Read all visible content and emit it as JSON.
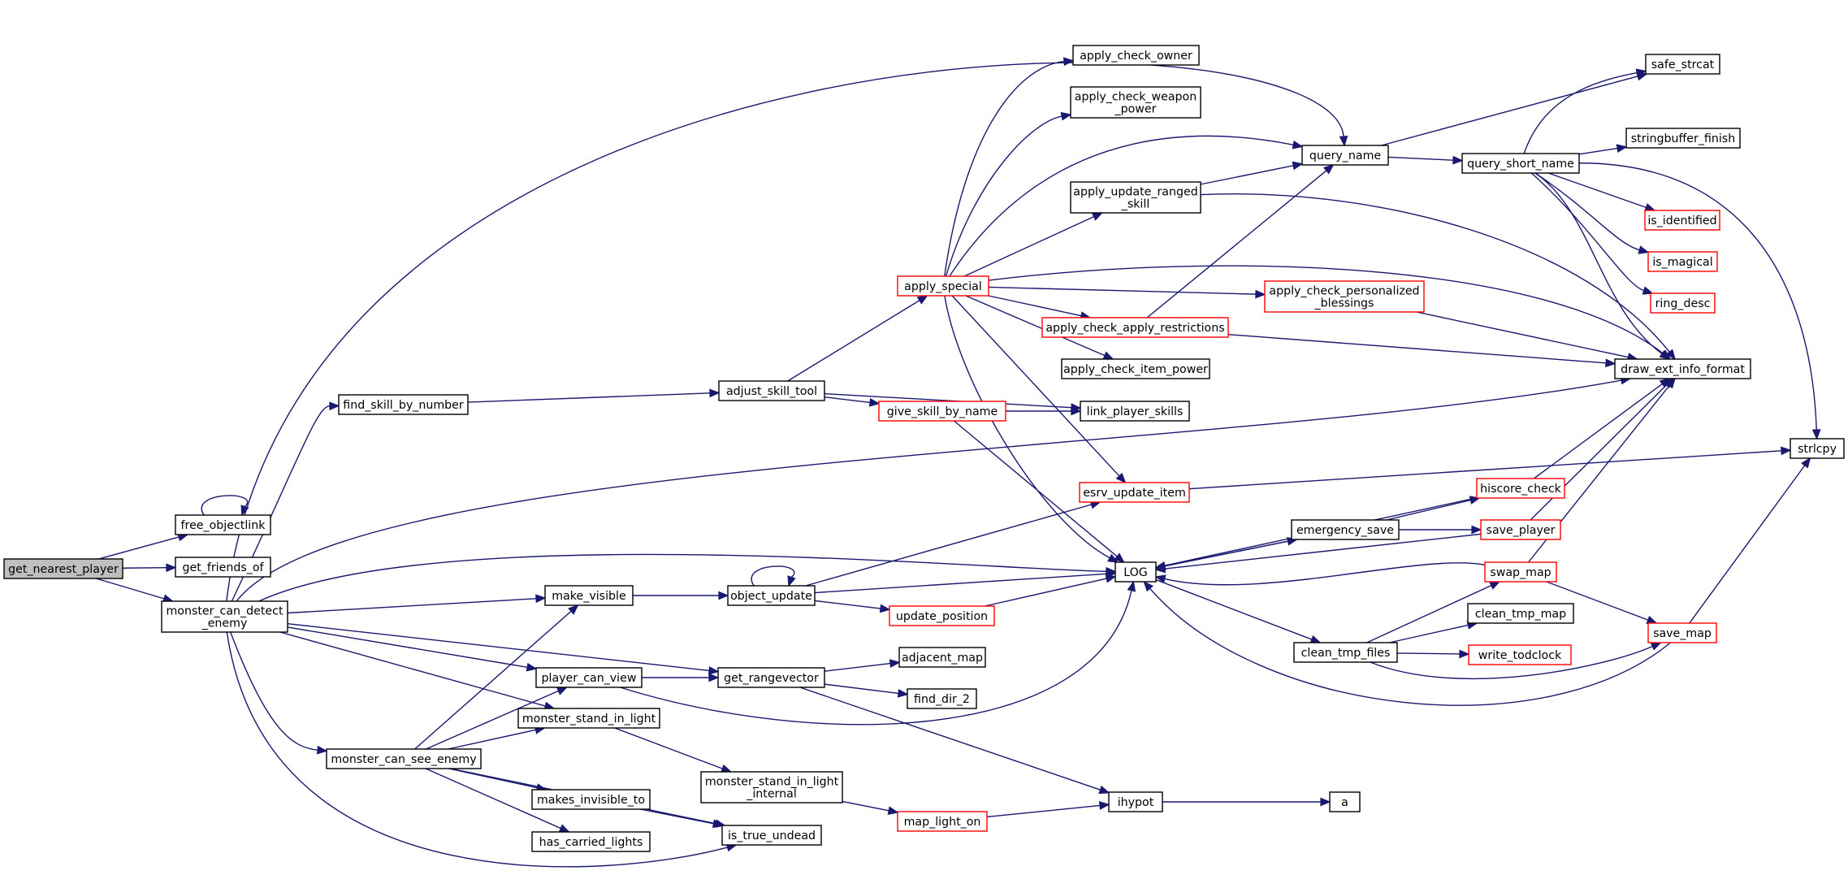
{
  "colors": {
    "edge": "#191970",
    "border_default": "#000000",
    "border_red": "#ff0000",
    "fill_root": "#bfbfbf",
    "fill_default": "#ffffff"
  },
  "nodes": [
    {
      "id": "get_nearest_player",
      "lines": [
        "get_nearest_player"
      ],
      "style": "root"
    },
    {
      "id": "free_objectlink",
      "lines": [
        "free_objectlink"
      ],
      "style": "default"
    },
    {
      "id": "get_friends_of",
      "lines": [
        "get_friends_of"
      ],
      "style": "default"
    },
    {
      "id": "monster_can_detect_enemy",
      "lines": [
        "monster_can_detect",
        "_enemy"
      ],
      "style": "default"
    },
    {
      "id": "find_skill_by_number",
      "lines": [
        "find_skill_by_number"
      ],
      "style": "default"
    },
    {
      "id": "make_visible",
      "lines": [
        "make_visible"
      ],
      "style": "default"
    },
    {
      "id": "player_can_view",
      "lines": [
        "player_can_view"
      ],
      "style": "default"
    },
    {
      "id": "monster_stand_in_light",
      "lines": [
        "monster_stand_in_light"
      ],
      "style": "default"
    },
    {
      "id": "monster_can_see_enemy",
      "lines": [
        "monster_can_see_enemy"
      ],
      "style": "default"
    },
    {
      "id": "makes_invisible_to",
      "lines": [
        "makes_invisible_to"
      ],
      "style": "default"
    },
    {
      "id": "has_carried_lights",
      "lines": [
        "has_carried_lights"
      ],
      "style": "default"
    },
    {
      "id": "is_true_undead",
      "lines": [
        "is_true_undead"
      ],
      "style": "default"
    },
    {
      "id": "adjust_skill_tool",
      "lines": [
        "adjust_skill_tool"
      ],
      "style": "default"
    },
    {
      "id": "object_update",
      "lines": [
        "object_update"
      ],
      "style": "default"
    },
    {
      "id": "get_rangevector",
      "lines": [
        "get_rangevector"
      ],
      "style": "default"
    },
    {
      "id": "monster_stand_in_light_internal",
      "lines": [
        "monster_stand_in_light",
        "_internal"
      ],
      "style": "default"
    },
    {
      "id": "apply_special",
      "lines": [
        "apply_special"
      ],
      "style": "red"
    },
    {
      "id": "give_skill_by_name",
      "lines": [
        "give_skill_by_name"
      ],
      "style": "red"
    },
    {
      "id": "update_position",
      "lines": [
        "update_position"
      ],
      "style": "red"
    },
    {
      "id": "adjacent_map",
      "lines": [
        "adjacent_map"
      ],
      "style": "default"
    },
    {
      "id": "find_dir_2",
      "lines": [
        "find_dir_2"
      ],
      "style": "default"
    },
    {
      "id": "map_light_on",
      "lines": [
        "map_light_on"
      ],
      "style": "red"
    },
    {
      "id": "apply_check_owner",
      "lines": [
        "apply_check_owner"
      ],
      "style": "default"
    },
    {
      "id": "apply_check_weapon_power",
      "lines": [
        "apply_check_weapon",
        "_power"
      ],
      "style": "default"
    },
    {
      "id": "apply_update_ranged_skill",
      "lines": [
        "apply_update_ranged",
        "_skill"
      ],
      "style": "default"
    },
    {
      "id": "apply_check_apply_restrictions",
      "lines": [
        "apply_check_apply_restrictions"
      ],
      "style": "red"
    },
    {
      "id": "apply_check_item_power",
      "lines": [
        "apply_check_item_power"
      ],
      "style": "default"
    },
    {
      "id": "link_player_skills",
      "lines": [
        "link_player_skills"
      ],
      "style": "default"
    },
    {
      "id": "esrv_update_item",
      "lines": [
        "esrv_update_item"
      ],
      "style": "red"
    },
    {
      "id": "LOG",
      "lines": [
        "LOG"
      ],
      "style": "default"
    },
    {
      "id": "ihypot",
      "lines": [
        "ihypot"
      ],
      "style": "default"
    },
    {
      "id": "query_name",
      "lines": [
        "query_name"
      ],
      "style": "default"
    },
    {
      "id": "apply_check_personalized_blessings",
      "lines": [
        "apply_check_personalized",
        "_blessings"
      ],
      "style": "red"
    },
    {
      "id": "emergency_save",
      "lines": [
        "emergency_save"
      ],
      "style": "default"
    },
    {
      "id": "clean_tmp_files",
      "lines": [
        "clean_tmp_files"
      ],
      "style": "default"
    },
    {
      "id": "a",
      "lines": [
        "a"
      ],
      "style": "default"
    },
    {
      "id": "query_short_name",
      "lines": [
        "query_short_name"
      ],
      "style": "default"
    },
    {
      "id": "hiscore_check",
      "lines": [
        "hiscore_check"
      ],
      "style": "red"
    },
    {
      "id": "save_player",
      "lines": [
        "save_player"
      ],
      "style": "red"
    },
    {
      "id": "swap_map",
      "lines": [
        "swap_map"
      ],
      "style": "red"
    },
    {
      "id": "clean_tmp_map",
      "lines": [
        "clean_tmp_map"
      ],
      "style": "default"
    },
    {
      "id": "write_todclock",
      "lines": [
        "write_todclock"
      ],
      "style": "red"
    },
    {
      "id": "safe_strcat",
      "lines": [
        "safe_strcat"
      ],
      "style": "default"
    },
    {
      "id": "stringbuffer_finish",
      "lines": [
        "stringbuffer_finish"
      ],
      "style": "default"
    },
    {
      "id": "is_identified",
      "lines": [
        "is_identified"
      ],
      "style": "red"
    },
    {
      "id": "is_magical",
      "lines": [
        "is_magical"
      ],
      "style": "red"
    },
    {
      "id": "ring_desc",
      "lines": [
        "ring_desc"
      ],
      "style": "red"
    },
    {
      "id": "draw_ext_info_format",
      "lines": [
        "draw_ext_info_format"
      ],
      "style": "default"
    },
    {
      "id": "save_map",
      "lines": [
        "save_map"
      ],
      "style": "red"
    },
    {
      "id": "strlcpy",
      "lines": [
        "strlcpy"
      ],
      "style": "default"
    }
  ],
  "edges": [
    [
      "get_nearest_player",
      "free_objectlink"
    ],
    [
      "get_nearest_player",
      "get_friends_of"
    ],
    [
      "get_nearest_player",
      "monster_can_detect_enemy"
    ],
    [
      "free_objectlink",
      "free_objectlink"
    ],
    [
      "monster_can_detect_enemy",
      "find_skill_by_number"
    ],
    [
      "monster_can_detect_enemy",
      "make_visible"
    ],
    [
      "monster_can_detect_enemy",
      "player_can_view"
    ],
    [
      "monster_can_detect_enemy",
      "monster_stand_in_light"
    ],
    [
      "monster_can_detect_enemy",
      "monster_can_see_enemy"
    ],
    [
      "monster_can_detect_enemy",
      "is_true_undead"
    ],
    [
      "monster_can_detect_enemy",
      "get_rangevector"
    ],
    [
      "monster_can_detect_enemy",
      "LOG"
    ],
    [
      "monster_can_detect_enemy",
      "query_name"
    ],
    [
      "monster_can_detect_enemy",
      "draw_ext_info_format"
    ],
    [
      "find_skill_by_number",
      "adjust_skill_tool"
    ],
    [
      "make_visible",
      "object_update"
    ],
    [
      "player_can_view",
      "get_rangevector"
    ],
    [
      "player_can_view",
      "LOG"
    ],
    [
      "monster_stand_in_light",
      "monster_stand_in_light_internal"
    ],
    [
      "monster_can_see_enemy",
      "make_visible"
    ],
    [
      "monster_can_see_enemy",
      "player_can_view"
    ],
    [
      "monster_can_see_enemy",
      "monster_stand_in_light"
    ],
    [
      "monster_can_see_enemy",
      "makes_invisible_to"
    ],
    [
      "monster_can_see_enemy",
      "has_carried_lights"
    ],
    [
      "monster_can_see_enemy",
      "is_true_undead"
    ],
    [
      "makes_invisible_to",
      "is_true_undead"
    ],
    [
      "adjust_skill_tool",
      "apply_special"
    ],
    [
      "adjust_skill_tool",
      "give_skill_by_name"
    ],
    [
      "adjust_skill_tool",
      "link_player_skills"
    ],
    [
      "object_update",
      "object_update"
    ],
    [
      "object_update",
      "esrv_update_item"
    ],
    [
      "object_update",
      "LOG"
    ],
    [
      "object_update",
      "update_position"
    ],
    [
      "get_rangevector",
      "adjacent_map"
    ],
    [
      "get_rangevector",
      "find_dir_2"
    ],
    [
      "get_rangevector",
      "ihypot"
    ],
    [
      "monster_stand_in_light_internal",
      "map_light_on"
    ],
    [
      "apply_special",
      "apply_check_owner"
    ],
    [
      "apply_special",
      "apply_check_weapon_power"
    ],
    [
      "apply_special",
      "apply_update_ranged_skill"
    ],
    [
      "apply_special",
      "query_name"
    ],
    [
      "apply_special",
      "apply_check_apply_restrictions"
    ],
    [
      "apply_special",
      "apply_check_item_power"
    ],
    [
      "apply_special",
      "apply_check_personalized_blessings"
    ],
    [
      "apply_special",
      "draw_ext_info_format"
    ],
    [
      "apply_special",
      "esrv_update_item"
    ],
    [
      "apply_special",
      "LOG"
    ],
    [
      "give_skill_by_name",
      "link_player_skills"
    ],
    [
      "give_skill_by_name",
      "LOG"
    ],
    [
      "update_position",
      "LOG"
    ],
    [
      "map_light_on",
      "ihypot"
    ],
    [
      "apply_update_ranged_skill",
      "query_name"
    ],
    [
      "apply_update_ranged_skill",
      "draw_ext_info_format"
    ],
    [
      "apply_check_apply_restrictions",
      "query_name"
    ],
    [
      "apply_check_apply_restrictions",
      "draw_ext_info_format"
    ],
    [
      "apply_check_personalized_blessings",
      "draw_ext_info_format"
    ],
    [
      "esrv_update_item",
      "strlcpy"
    ],
    [
      "LOG",
      "emergency_save"
    ],
    [
      "LOG",
      "clean_tmp_files"
    ],
    [
      "ihypot",
      "a"
    ],
    [
      "query_name",
      "safe_strcat"
    ],
    [
      "query_name",
      "query_short_name"
    ],
    [
      "emergency_save",
      "LOG"
    ],
    [
      "emergency_save",
      "hiscore_check"
    ],
    [
      "emergency_save",
      "save_player"
    ],
    [
      "clean_tmp_files",
      "swap_map"
    ],
    [
      "clean_tmp_files",
      "clean_tmp_map"
    ],
    [
      "clean_tmp_files",
      "write_todclock"
    ],
    [
      "clean_tmp_files",
      "save_map"
    ],
    [
      "query_short_name",
      "safe_strcat"
    ],
    [
      "query_short_name",
      "stringbuffer_finish"
    ],
    [
      "query_short_name",
      "is_identified"
    ],
    [
      "query_short_name",
      "is_magical"
    ],
    [
      "query_short_name",
      "ring_desc"
    ],
    [
      "query_short_name",
      "draw_ext_info_format"
    ],
    [
      "query_short_name",
      "strlcpy"
    ],
    [
      "hiscore_check",
      "LOG"
    ],
    [
      "hiscore_check",
      "draw_ext_info_format"
    ],
    [
      "save_player",
      "LOG"
    ],
    [
      "save_player",
      "draw_ext_info_format"
    ],
    [
      "swap_map",
      "LOG"
    ],
    [
      "swap_map",
      "save_map"
    ],
    [
      "swap_map",
      "draw_ext_info_format"
    ],
    [
      "save_map",
      "LOG"
    ],
    [
      "save_map",
      "strlcpy"
    ]
  ]
}
